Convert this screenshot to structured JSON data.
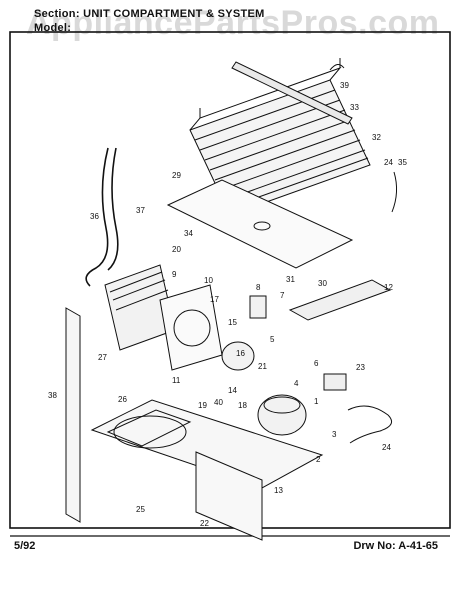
{
  "header": {
    "section_line": "Section:  UNIT COMPARTMENT & SYSTEM",
    "model_line": "Model: "
  },
  "watermark": "AppliancePartsPros.com",
  "footer": {
    "date": "5/92",
    "drawing_number": "Drw No:  A-41-65"
  },
  "part_numbers": [
    "39",
    "33",
    "32",
    "24",
    "35",
    "29",
    "36",
    "37",
    "34",
    "20",
    "30",
    "31",
    "12",
    "9",
    "10",
    "17",
    "8",
    "7",
    "15",
    "5",
    "6",
    "23",
    "27",
    "38",
    "11",
    "16",
    "14",
    "21",
    "4",
    "1",
    "40",
    "19",
    "18",
    "3",
    "24",
    "26",
    "2",
    "25",
    "13",
    "22"
  ]
}
